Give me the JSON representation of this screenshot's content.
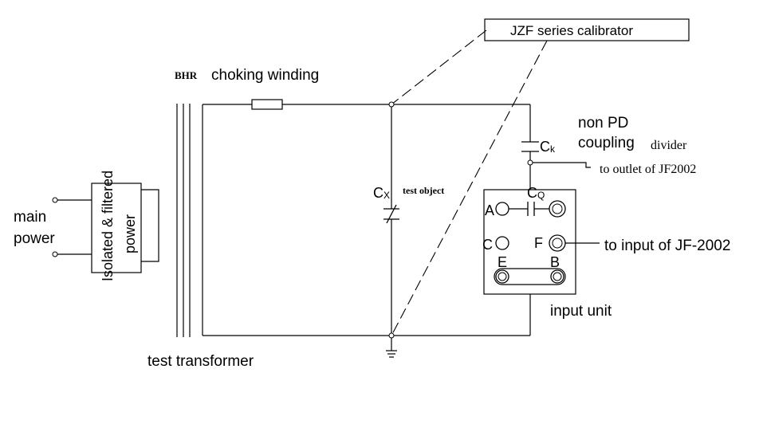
{
  "labels": {
    "calibrator": "JZF series calibrator",
    "bhr": "BHR",
    "choking_winding": "choking winding",
    "non_pd": "non PD",
    "coupling": "coupling",
    "divider": "divider",
    "ck_main": "C",
    "ck_sub": "k",
    "to_outlet": "to outlet of JF2002",
    "cx_main": "C",
    "cx_sub": "X",
    "test_object": "test object",
    "cq_main": "C",
    "cq_sub": "Q",
    "terminal_a": "A",
    "terminal_c": "C",
    "terminal_f": "F",
    "terminal_e": "E",
    "terminal_b": "B",
    "to_input": "to input of JF-2002",
    "input_unit": "input unit",
    "main_power_line1": "main",
    "main_power_line2": "power",
    "isolated_line1": "Isolated & filtered",
    "isolated_line2": "power",
    "test_transformer": "test transformer"
  }
}
